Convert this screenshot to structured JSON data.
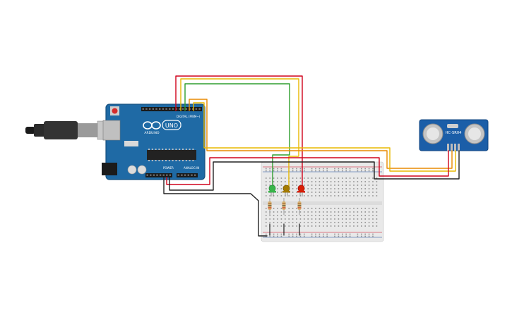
{
  "colors": {
    "background": "#ffffff",
    "arduino_board": "#1f6aa5",
    "arduino_edge": "#17507f",
    "breadboard": "#e9e9e9",
    "sensor_board": "#1b5ea8",
    "wire_red": "#d0021b",
    "wire_yellow": "#e8b800",
    "wire_green": "#2e9e2e",
    "wire_orange": "#e88a00",
    "wire_black": "#222222",
    "led_green": "#39b54a",
    "led_yellow": "#a57b00",
    "led_red": "#d81e05",
    "resistor": "#d6b272"
  },
  "arduino": {
    "brand": "ARDUINO",
    "model": "UNO",
    "digital_label": "DIGITAL (PWM~)",
    "power_label": "POWER",
    "analog_label": "ANALOG IN"
  },
  "sensor": {
    "model": "HC-SR04"
  },
  "icons": {
    "usb": "usb-cable-icon",
    "reset": "reset-button-icon",
    "infinity": "arduino-logo-icon"
  }
}
